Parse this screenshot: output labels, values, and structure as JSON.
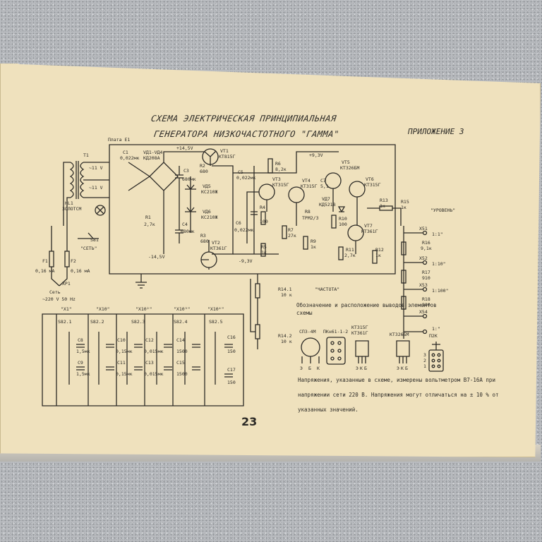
{
  "document": {
    "title_line1": "СХЕМА ЭЛЕКТРИЧЕСКАЯ ПРИНЦИПИАЛЬНАЯ",
    "title_line2": "ГЕНЕРАТОРА НИЗКОЧАСТОТНОГО \"ГАММА\"",
    "appendix": "ПРИЛОЖЕНИЕ 3",
    "page_number": "23",
    "legend_title": "Обозначение и расположение выводов элементов схемы",
    "note": "Напряжения, указанные в схеме, измерены вольтметром В7-16А при напряжении сети 220 В. Напряжения могут отличаться на ± 10 % от указанных значений."
  },
  "schematic": {
    "labels": {
      "plate": "Плата Е1",
      "t1": "Т1",
      "v11a": "~11 V",
      "v11b": "~11 V",
      "c1": "C1",
      "c1v": "0,022мк",
      "vd": "VД1-VД4",
      "vdv": "КД208А",
      "plus": "+14,5V",
      "vt1": "VT1",
      "vt1v": "КТ815Г",
      "r2": "R2",
      "r2v": "680",
      "c3": "C3",
      "c3v": "680мк",
      "vd5": "VД5",
      "vd5v": "КС210Ж",
      "c5": "C5",
      "c5v": "0,022мк",
      "vd6": "VД6",
      "vd6v": "КС210Ж",
      "r1": "R1",
      "r1v": "2,7к",
      "c4": "C4",
      "c4v": "680мк",
      "r3": "R3",
      "r3v": "680",
      "vt2": "VT2",
      "vt2v": "КТ361Г",
      "c6": "C6",
      "c6v": "0,022мк",
      "minus": "-14,5V",
      "n93p": "+9,3V",
      "n93m": "-9,3V",
      "r6": "R6",
      "r6v": "8,2к",
      "vt3": "VT3",
      "vt3v": "КТ315Г",
      "vt4": "VT4",
      "vt4v": "КТ315Г",
      "c7": "C7",
      "c7v": "5,1",
      "vt5": "VT5",
      "vt5v": "КТ326БМ",
      "vt6": "VT6",
      "vt6v": "КТ315Г",
      "vd7": "VД7",
      "vd7v": "КД521В",
      "r8": "R8",
      "r8v": "ТРМ2/3",
      "r4": "R4",
      "r4v": "100",
      "r7": "R7",
      "r7v": "27к",
      "r9": "R9",
      "r9v": "1к",
      "r10": "R10",
      "r10v": "100",
      "r11": "R11",
      "r11v": "2,7к",
      "vt7": "VT7",
      "vt7v": "КТ361Г",
      "r12": "R12",
      "r12v": "1к",
      "r5": "R5",
      "r5v": "1к",
      "r13": "R13",
      "r13v": "1к",
      "r15": "R15",
      "r15v": "1к",
      "level": "\"УРОВЕНЬ\"",
      "x51": "Х51",
      "r16": "R16",
      "r16v": "9,1к",
      "x52": "Х52",
      "r17": "R17",
      "r17v": "910",
      "x53": "Х53",
      "r18": "R18",
      "r18v": "100",
      "x54": "Х54",
      "att1": "1:1\"",
      "att10": "1:10\"",
      "att100": "1:100\"",
      "att1b": "1:\"",
      "hl1": "HL1",
      "hl1v": "ЗОЛОТСМ",
      "s81": "S81",
      "set": "\"СЕТЬ\"",
      "f1": "F1",
      "f2": "F2",
      "f1v": "0,16 мА",
      "f2v": "0,16 мА",
      "xp1": "ХР1",
      "mains": "Сеть",
      "mainsv": "~220 V 50 Нz",
      "r141": "R14.1",
      "r141v": "10 к",
      "chastota": "\"ЧАСТОТА\"",
      "r142": "R14.2",
      "r142v": "10 к",
      "x1": "\"Х1\"",
      "x10": "\"Х10\"",
      "x102": "\"Х10²\"",
      "x103": "\"Х10³\"",
      "x104": "\"Х10⁴\"",
      "s821": "S82.1",
      "s822": "S82.2",
      "s823": "S82.3",
      "s824": "S82.4",
      "s825": "S82.5",
      "c8": "C8",
      "c8v": "1,5мк",
      "c9": "C9",
      "c9v": "1,5мк",
      "c10": "C10",
      "c10v": "0,15мк",
      "c11": "C11",
      "c11v": "0,15мк",
      "c12": "C12",
      "c12v": "0,015мк",
      "c13": "C13",
      "c13v": "0,015мк",
      "c14": "C14",
      "c14v": "1500",
      "c15": "C15",
      "c15v": "1500",
      "c16": "C16",
      "c16v": "150",
      "c17": "C17",
      "c17v": "150",
      "pkg1": "СП3-4М",
      "pkg2": "ПКн61-1-2",
      "pkg3a": "КТ315Г",
      "pkg3b": "КТ361Г",
      "pkg4": "КТ326БМ",
      "pkg5": "П2К",
      "pin_e": "Э",
      "pin_b": "Б",
      "pin_k": "К",
      "pin_e2": "Э",
      "pin_k2": "К",
      "pin_b2": "Б",
      "pin_e3": "Э",
      "pin_k3": "К",
      "pin_b3": "Б",
      "pin_3": "3",
      "pin_2": "2",
      "pin_1": "1"
    }
  }
}
